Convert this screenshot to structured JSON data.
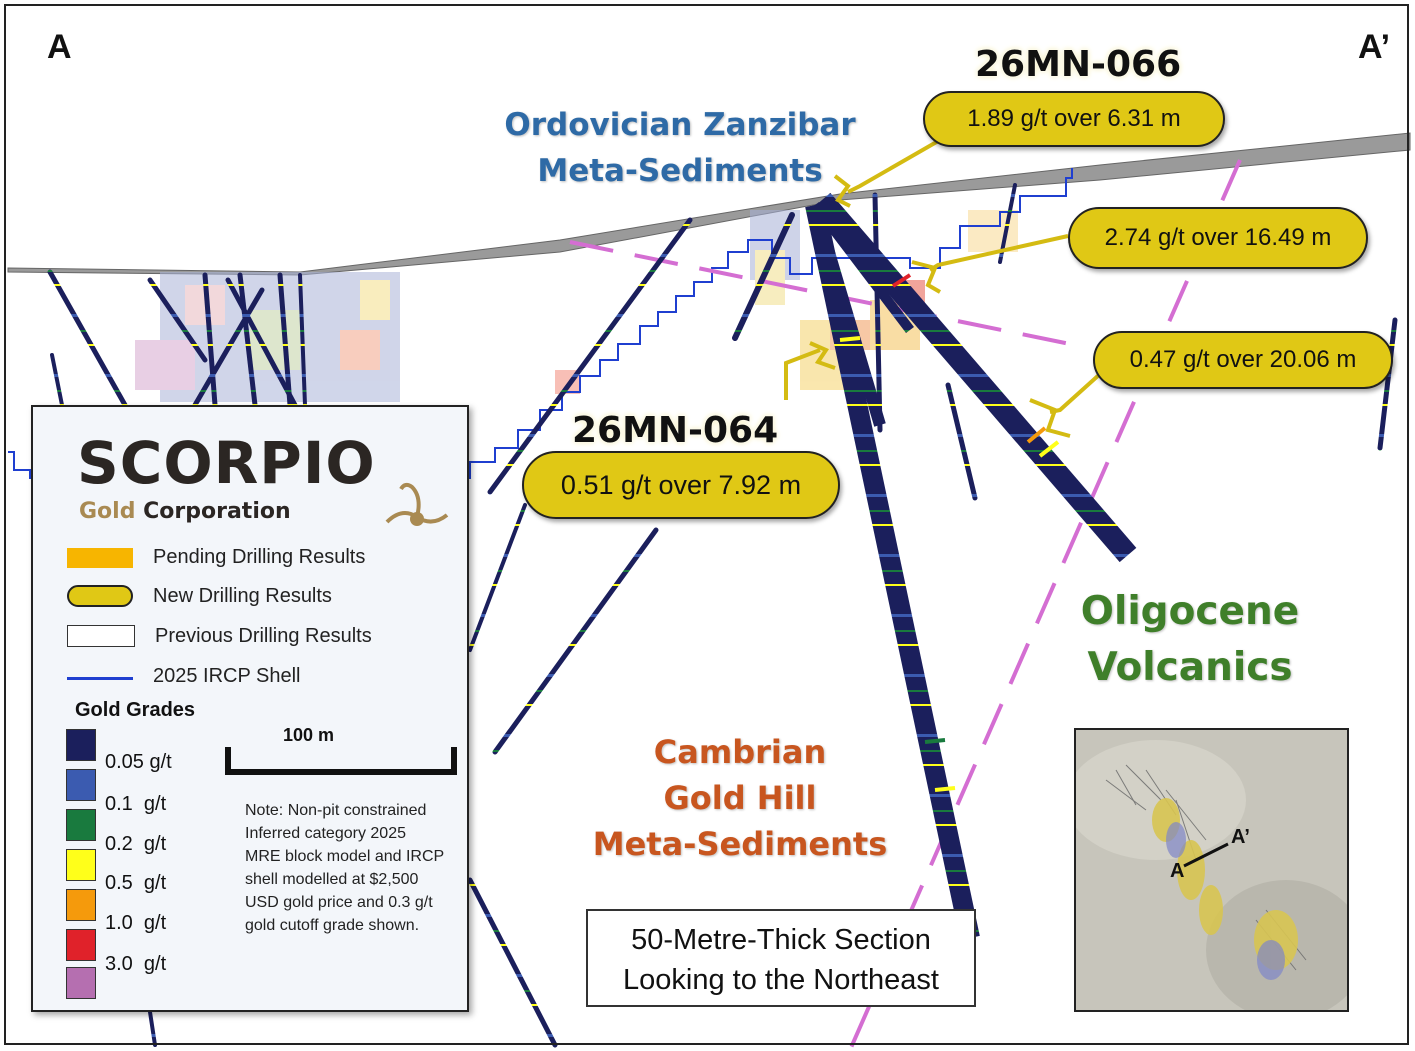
{
  "section": {
    "start_label": "A",
    "end_label": "A’"
  },
  "units": {
    "ordovician": {
      "line1": "Ordovician Zanzibar",
      "line2": "Meta-Sediments",
      "color": "#2e6aa6"
    },
    "oligocene": {
      "line1": "Oligocene",
      "line2": "Volcanics",
      "color": "#3f7f2a"
    },
    "cambrian": {
      "line1": "Cambrian",
      "line2": "Gold Hill",
      "line3": "Meta-Sediments",
      "color": "#c8561f"
    }
  },
  "holes": {
    "hole_066": {
      "id": "26MN-066",
      "intercepts": [
        "1.89 g/t over 6.31 m",
        "2.74 g/t over 16.49 m",
        "0.47 g/t over 20.06 m"
      ]
    },
    "hole_064": {
      "id": "26MN-064",
      "intercepts": [
        "0.51 g/t over 7.92 m"
      ]
    }
  },
  "legend": {
    "logo_main": "SCORPIO",
    "logo_gold": "Gold",
    "logo_corp": "Corporation",
    "items": [
      {
        "label": "Pending Drilling Results",
        "color": "#f7b500"
      },
      {
        "label": "New Drilling Results",
        "color": "#e0c815"
      },
      {
        "label": "Previous Drilling Results",
        "color": "#ffffff"
      },
      {
        "label": "2025 IRCP Shell",
        "color": "#1f3fd0"
      }
    ],
    "grades_title": "Gold Grades",
    "grades": [
      {
        "label": "0.05 g/t",
        "color": "#1b1f5c"
      },
      {
        "label": "0.1  g/t",
        "color": "#3b5bb0"
      },
      {
        "label": "0.2  g/t",
        "color": "#197a3e"
      },
      {
        "label": "0.5  g/t",
        "color": "#ffff1a"
      },
      {
        "label": "1.0  g/t",
        "color": "#f59a0c"
      },
      {
        "label": "3.0  g/t",
        "color": "#e0222a"
      },
      {
        "label": "",
        "color": "#b56fb0"
      }
    ],
    "scale_label": "100 m",
    "note": "Note: Non-pit constrained Inferred category 2025 MRE block model and IRCP shell modelled at $2,500 USD gold price and 0.3 g/t gold cutoff grade shown."
  },
  "section_box": {
    "line1": "50-Metre-Thick Section",
    "line2": "Looking to the Northeast"
  },
  "inset_map": {
    "start_label": "A",
    "end_label": "A’"
  }
}
